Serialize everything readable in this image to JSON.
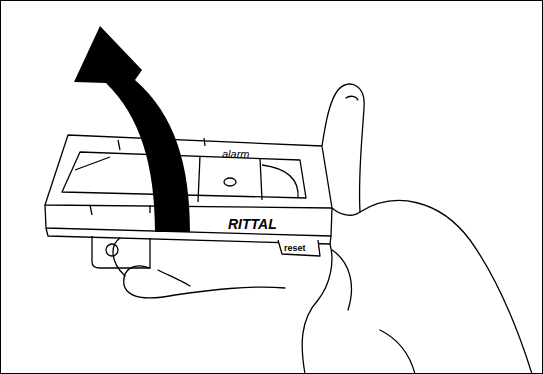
{
  "diagram": {
    "labels": [
      "alarm",
      "RITTAL",
      "reset"
    ]
  }
}
